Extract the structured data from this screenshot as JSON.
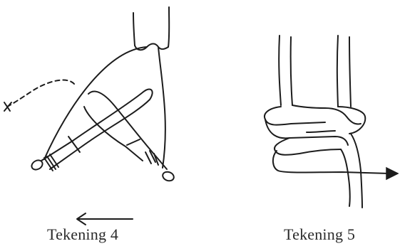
{
  "figures": [
    {
      "id": "figure-4",
      "caption": "Tekening 4"
    },
    {
      "id": "figure-5",
      "caption": "Tekening 5"
    }
  ]
}
